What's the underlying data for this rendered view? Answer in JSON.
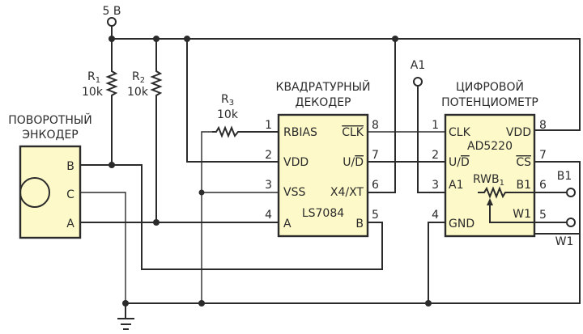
{
  "supply": {
    "label": "5 В"
  },
  "resistors": [
    {
      "name": "R",
      "sub": "1",
      "value": "10k"
    },
    {
      "name": "R",
      "sub": "2",
      "value": "10k"
    },
    {
      "name": "R",
      "sub": "3",
      "value": "10k"
    }
  ],
  "encoder": {
    "title_line1": "ПОВОРОТНЫЙ",
    "title_line2": "ЭНКОДЕР",
    "pins": [
      "B",
      "C",
      "A"
    ]
  },
  "decoder": {
    "title_line1": "КВАДРАТУРНЫЙ",
    "title_line2": "ДЕКОДЕР",
    "part": "LS7084",
    "left_pins": [
      {
        "num": "1",
        "name": "RBIAS"
      },
      {
        "num": "2",
        "name": "VDD"
      },
      {
        "num": "3",
        "name": "VSS"
      },
      {
        "num": "4",
        "name": "A"
      }
    ],
    "right_pins": [
      {
        "num": "8",
        "name": "CLK",
        "overline": "CLK"
      },
      {
        "num": "7",
        "name_pre": "U/",
        "overline": "D"
      },
      {
        "num": "6",
        "name": "X4/XT"
      },
      {
        "num": "5",
        "name": "B"
      }
    ]
  },
  "potentiometer": {
    "title_line1": "ЦИФРОВОЙ",
    "title_line2": "ПОТЕНЦИОМЕТР",
    "part": "AD5220",
    "left_pins": [
      {
        "num": "1",
        "name": "CLK"
      },
      {
        "num": "2",
        "name_pre": "U/",
        "overline": "D"
      },
      {
        "num": "3",
        "name": "A1"
      },
      {
        "num": "4",
        "name": "GND"
      }
    ],
    "right_pins": [
      {
        "num": "8",
        "name": "VDD"
      },
      {
        "num": "7",
        "overline": "CS"
      },
      {
        "num": "6",
        "name": "B1"
      },
      {
        "num": "5",
        "name": "W1"
      }
    ],
    "rwb_label": "RWB",
    "rwb_sub": "1"
  },
  "terminals": {
    "a1": "A1",
    "b1": "B1",
    "w1": "W1"
  }
}
